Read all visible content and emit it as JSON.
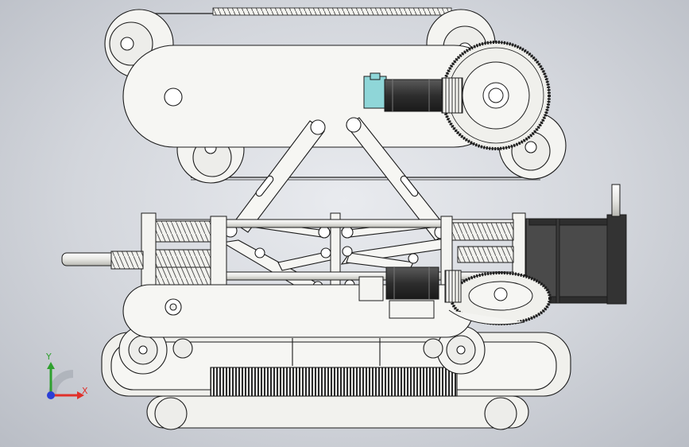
{
  "viewport": {
    "background": "#d3d6dc"
  },
  "triad": {
    "x_label": "X",
    "y_label": "Y",
    "x_color": "#e0302a",
    "y_color": "#2fa02f",
    "z_color": "#2b3fd6"
  },
  "colors": {
    "part_fill": "#f4f4f1",
    "part_shade": "#dcdcd6",
    "edge": "#1c1c1c",
    "motor_body": "#3a3a3a",
    "motor_dark": "#232323",
    "stepper_body": "#4a4a4a",
    "cyan_cap": "#8fd6d8",
    "track_dark": "#2a2a2a"
  },
  "parts": [
    {
      "name": "upper-track-assembly",
      "kind": "track"
    },
    {
      "name": "upper-drive-motor",
      "kind": "motor"
    },
    {
      "name": "upper-bevel-gear",
      "kind": "gear"
    },
    {
      "name": "scissor-linkage",
      "kind": "linkage"
    },
    {
      "name": "lead-screw-assembly",
      "kind": "screw"
    },
    {
      "name": "stepper-motor",
      "kind": "motor"
    },
    {
      "name": "lower-drive-motor",
      "kind": "motor"
    },
    {
      "name": "lower-bevel-gear",
      "kind": "gear"
    },
    {
      "name": "lower-track-assembly",
      "kind": "track"
    }
  ]
}
